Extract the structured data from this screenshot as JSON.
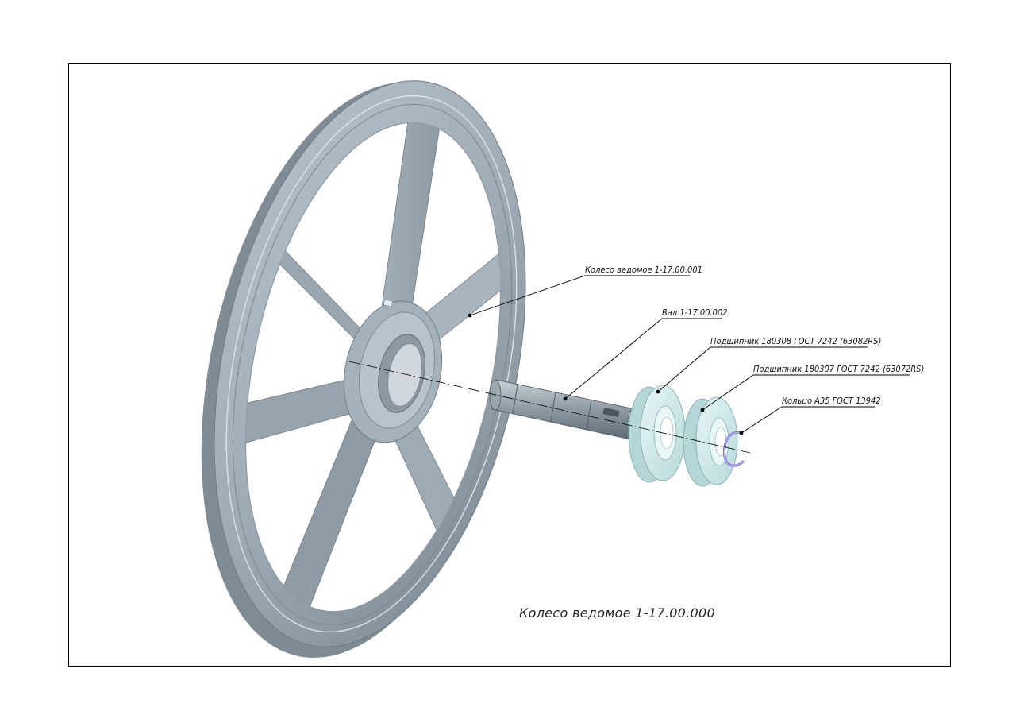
{
  "drawing": {
    "title": "Колесо ведомое 1-17.00.000",
    "callouts": [
      {
        "id": "wheel",
        "label": "Колесо ведомое 1-17.00.001"
      },
      {
        "id": "shaft",
        "label": "Вал 1-17.00.002"
      },
      {
        "id": "bearing1",
        "label": "Подшипник 180308 ГОСТ 7242 (63082RS)"
      },
      {
        "id": "bearing2",
        "label": "Подшипник 180307 ГОСТ 7242 (63072RS)"
      },
      {
        "id": "ring",
        "label": "Кольцо А35 ГОСТ 13942"
      }
    ]
  },
  "colors": {
    "wheel_light": "#b9c5cd",
    "wheel_mid": "#94a2ac",
    "wheel_dark": "#6f7d87",
    "bearing": "#d3ecec",
    "ring": "#7d6fd6",
    "frame": "#000000"
  }
}
